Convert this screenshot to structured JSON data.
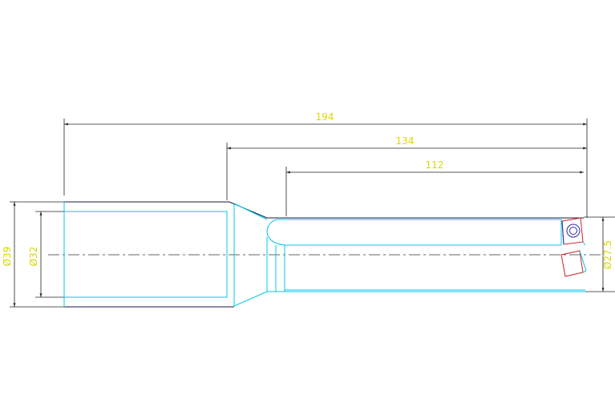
{
  "dimensions": {
    "overall_length": "194",
    "mid_length": "134",
    "flute_length": "112",
    "shank_diameter_outer": "Ø39",
    "shank_diameter_inner": "Ø32",
    "drill_diameter": "Ø27.5"
  },
  "colors": {
    "dimension_text": "#d8d800",
    "part_outline": "#00c8e8",
    "insert_outline": "#d0202a",
    "dimension_line": "#222222"
  }
}
